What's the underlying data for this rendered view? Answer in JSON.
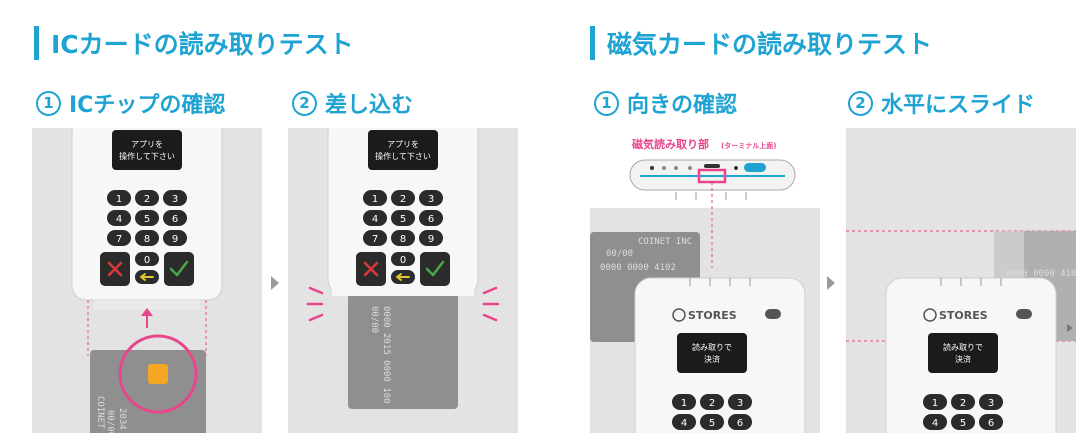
{
  "sections": {
    "ic": {
      "title": "ICカードの読み取りテスト",
      "steps": [
        {
          "number": "1",
          "label": "ICチップの確認"
        },
        {
          "number": "2",
          "label": "差し込む"
        }
      ]
    },
    "magnetic": {
      "title": "磁気カードの読み取りテスト",
      "steps": [
        {
          "number": "1",
          "label": "向きの確認"
        },
        {
          "number": "2",
          "label": "水平にスライド"
        }
      ]
    }
  },
  "terminal": {
    "screen_line1": "アプリを",
    "screen_line2": "操作して下さい",
    "keys": [
      "1",
      "2",
      "3",
      "4",
      "5",
      "6",
      "7",
      "8",
      "9",
      "0"
    ],
    "brand": "STORES",
    "screen2_line1": "読み取りで",
    "screen2_line2": "決済"
  },
  "card": {
    "number_fragment": "2034",
    "number_line": "0000 2015 0000 100",
    "expiry": "00/00",
    "name": "COINET INC",
    "mag_number": "0000 0000 4102",
    "mag_expiry": "00/00",
    "mag_name": "COINET INC"
  },
  "magnetic_label": {
    "main": "磁気読み取り部",
    "sub": "(ターミナル上面)"
  },
  "colors": {
    "accent": "#1ea3d3",
    "highlight": "#e8468c",
    "key_dark": "#2b2b2b",
    "key_red": "#d93a3a",
    "key_green": "#4aa84a",
    "key_yellow": "#e3c52f",
    "chip": "#f5a623"
  }
}
